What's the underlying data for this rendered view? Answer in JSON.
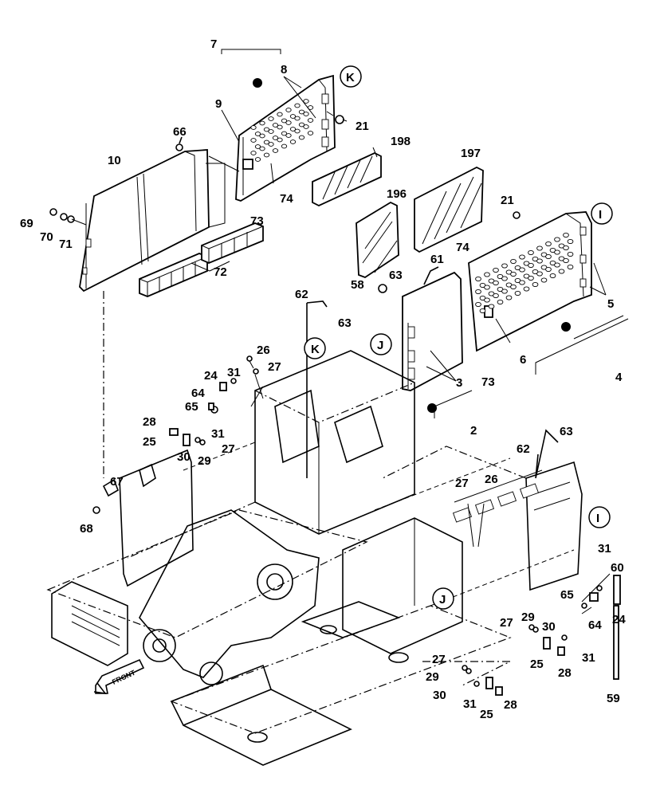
{
  "callouts": {
    "c7": "7",
    "c8": "8",
    "c9": "9",
    "cK1": "K",
    "c21a": "21",
    "c66": "66",
    "c10": "10",
    "c198": "198",
    "c197": "197",
    "c196": "196",
    "c69": "69",
    "c70": "70",
    "c71": "71",
    "c73a": "73",
    "c74a": "74",
    "c72": "72",
    "c21b": "21",
    "cI1": "I",
    "c74b": "74",
    "c63a": "63",
    "c61": "61",
    "c58": "58",
    "c62a": "62",
    "c63b": "63",
    "c5": "5",
    "cJ1": "J",
    "cK2": "K",
    "c6": "6",
    "c73b": "73",
    "c4": "4",
    "c3": "3",
    "c2": "2",
    "c26a": "26",
    "c27a": "27",
    "c24a": "24",
    "c31a": "31",
    "c64a": "64",
    "c65a": "65",
    "c28a": "28",
    "c31b": "31",
    "c25a": "25",
    "c27b": "27",
    "c30a": "30",
    "c29a": "29",
    "c63c": "63",
    "c62b": "62",
    "c27c": "27",
    "c26b": "26",
    "c67": "67",
    "c68": "68",
    "cI2": "I",
    "c31c": "31",
    "c60": "60",
    "c65b": "65",
    "c64b": "64",
    "c24b": "24",
    "cJ2": "J",
    "c27d": "27",
    "c29b": "29",
    "c30b": "30",
    "c31d": "31",
    "c25b": "25",
    "c28b": "28",
    "c59": "59",
    "c27e": "27",
    "c29c": "29",
    "c30c": "30",
    "c31e": "31",
    "c25c": "25",
    "c28c": "28"
  },
  "front_arrow_text": "FRONT"
}
